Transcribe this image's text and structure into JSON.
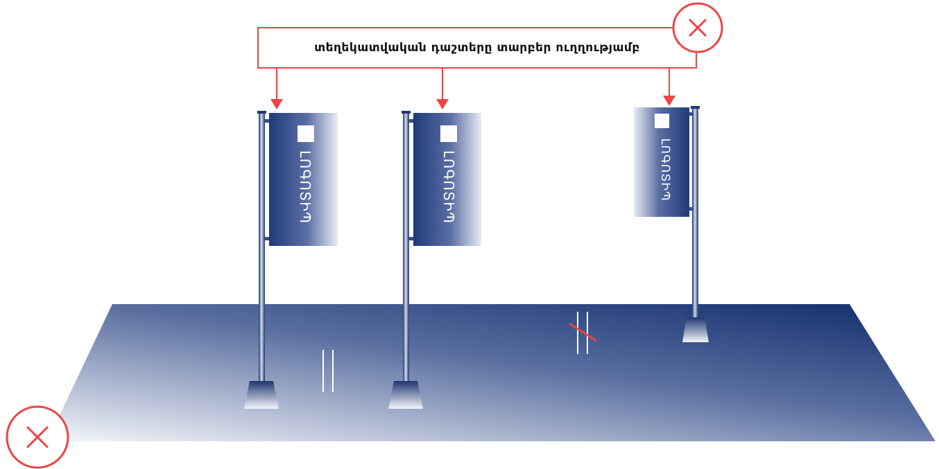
{
  "callout": {
    "text": "տեղեկատվական դաշտերը տարբեր ուղղությամբ"
  },
  "flags": [
    {
      "text": "ԼՈԳՈՏԻՊ"
    },
    {
      "text": "ԼՈԳՈՏԻՊ"
    },
    {
      "text": "ԼՈԳՈՏԻՊ"
    }
  ],
  "colors": {
    "accent_red": "#ee4444",
    "navy": "#132f6e",
    "light": "#eef0f6",
    "white": "#ffffff"
  },
  "icons": {
    "top_marker": "x-circle-icon",
    "bottom_marker": "x-circle-icon"
  }
}
